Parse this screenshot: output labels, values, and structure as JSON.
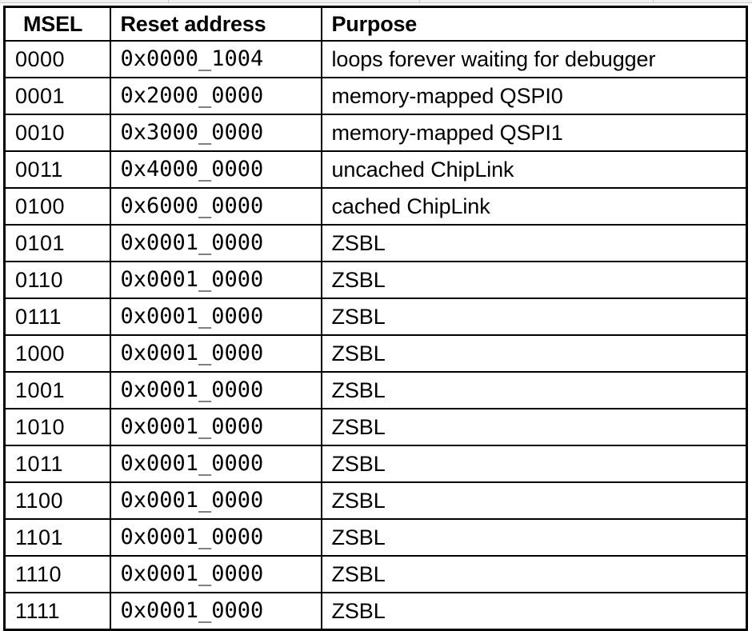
{
  "table": {
    "name": "msel-reset-address-table",
    "columns": [
      {
        "key": "msel",
        "label": "MSEL"
      },
      {
        "key": "address",
        "label": "Reset address"
      },
      {
        "key": "purpose",
        "label": "Purpose"
      }
    ],
    "rows": [
      {
        "msel": "0000",
        "address": "0x0000_1004",
        "purpose": "loops forever waiting for debugger"
      },
      {
        "msel": "0001",
        "address": "0x2000_0000",
        "purpose": "memory-mapped QSPI0"
      },
      {
        "msel": "0010",
        "address": "0x3000_0000",
        "purpose": "memory-mapped QSPI1"
      },
      {
        "msel": "0011",
        "address": "0x4000_0000",
        "purpose": "uncached ChipLink"
      },
      {
        "msel": "0100",
        "address": "0x6000_0000",
        "purpose": "cached ChipLink"
      },
      {
        "msel": "0101",
        "address": "0x0001_0000",
        "purpose": "ZSBL"
      },
      {
        "msel": "0110",
        "address": "0x0001_0000",
        "purpose": "ZSBL"
      },
      {
        "msel": "0111",
        "address": "0x0001_0000",
        "purpose": "ZSBL"
      },
      {
        "msel": "1000",
        "address": "0x0001_0000",
        "purpose": "ZSBL"
      },
      {
        "msel": "1001",
        "address": "0x0001_0000",
        "purpose": "ZSBL"
      },
      {
        "msel": "1010",
        "address": "0x0001_0000",
        "purpose": "ZSBL"
      },
      {
        "msel": "1011",
        "address": "0x0001_0000",
        "purpose": "ZSBL"
      },
      {
        "msel": "1100",
        "address": "0x0001_0000",
        "purpose": "ZSBL"
      },
      {
        "msel": "1101",
        "address": "0x0001_0000",
        "purpose": "ZSBL"
      },
      {
        "msel": "1110",
        "address": "0x0001_0000",
        "purpose": "ZSBL"
      },
      {
        "msel": "1111",
        "address": "0x0001_0000",
        "purpose": "ZSBL"
      }
    ]
  },
  "colors": {
    "text": "#000000",
    "border": "#000000",
    "background": "#ffffff",
    "top_strip": "#f1f1f1"
  }
}
